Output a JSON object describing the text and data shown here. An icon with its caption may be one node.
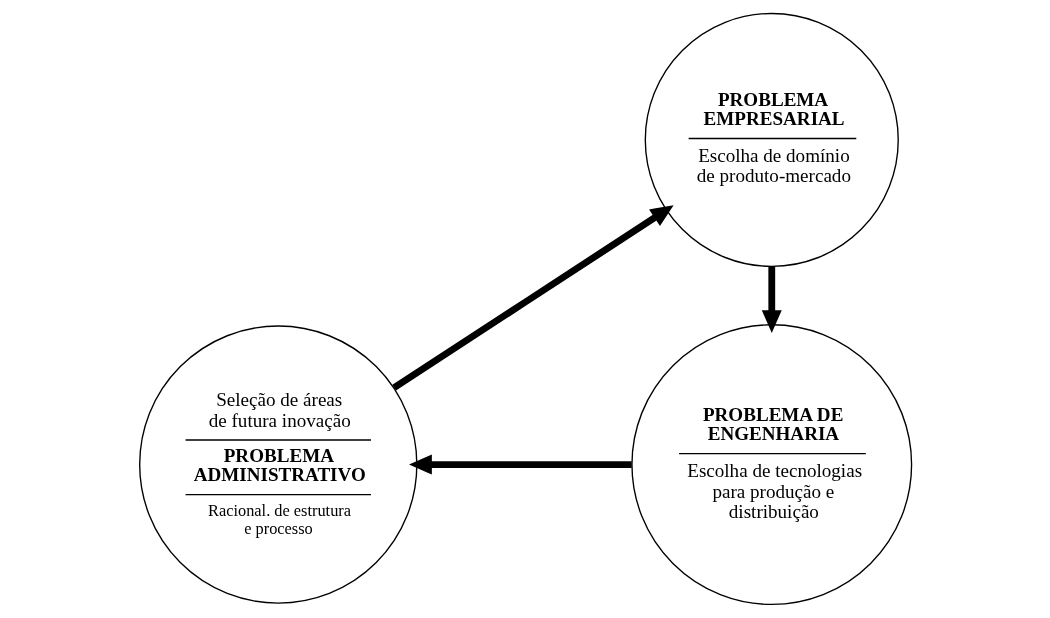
{
  "diagram": {
    "nodes": [
      {
        "text": [
          "PROBLEMA EMPRESARIAL",
          "Escolha de domínio de produto-mercado"
        ]
      },
      {
        "text": [
          "PROBLEMA DE ENGENHARIA",
          "Escolha de tecnologias para produção e distribuição"
        ]
      },
      {
        "text": [
          "Seleção de áreas de futura inovação",
          "PROBLEMA ADMINISTRATIVO",
          "Racional. de estrutura e processo"
        ]
      }
    ],
    "edges": [
      {
        "from": 0,
        "to": 1,
        "arrow": "to"
      },
      {
        "from": 1,
        "to": 2,
        "arrow": "to"
      },
      {
        "from": 2,
        "to": 0,
        "arrow": "to"
      }
    ]
  }
}
